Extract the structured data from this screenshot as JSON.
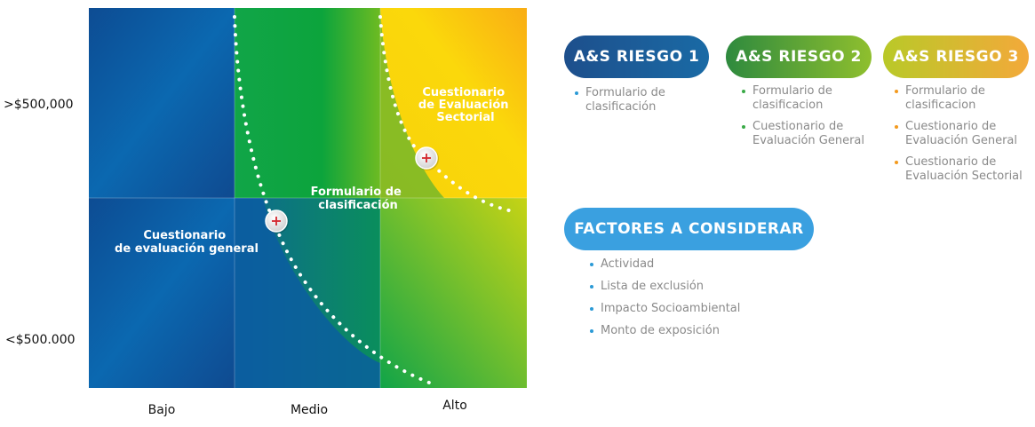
{
  "matrix": {
    "y_labels": [
      ">$500,000",
      "<$500.000"
    ],
    "x_labels": [
      "Bajo",
      "Medio",
      "Alto"
    ],
    "zones": {
      "general": [
        "Cuestionario",
        "de evaluación general"
      ],
      "clasificacion": [
        "Formulario de",
        "clasificación"
      ],
      "sectorial": [
        "Cuestionario",
        "de Evaluación",
        "Sectorial"
      ]
    },
    "colors": {
      "blue": "#0a4f96",
      "green": "#0aa33b",
      "yellow": "#f8cf0a",
      "orange": "#f8a51d"
    }
  },
  "riesgos": [
    {
      "title": "A&S RIESGO 1",
      "color": "#1d4f8c",
      "dot": "#2b9ad6",
      "items": [
        "Formulario de clasificación"
      ]
    },
    {
      "title": "A&S RIESGO 2",
      "color": "#2e8a3e",
      "dot": "#3aaa47",
      "items": [
        "Formulario de clasificacion",
        "Cuestionario de Evaluación General"
      ]
    },
    {
      "title": "A&S RIESGO 3",
      "color": "#f0b429",
      "dot": "#f39a1e",
      "items": [
        "Formulario de clasificacion",
        "Cuestionario de Evaluación General",
        "Cuestionario de Evaluación Sectorial"
      ]
    }
  ],
  "factores": {
    "title": "FACTORES A CONSIDERAR",
    "color": "#3aa0e0",
    "dot": "#2b9ad6",
    "items": [
      "Actividad",
      "Lista de exclusión",
      "Impacto Socioambiental",
      "Monto de exposición"
    ]
  }
}
